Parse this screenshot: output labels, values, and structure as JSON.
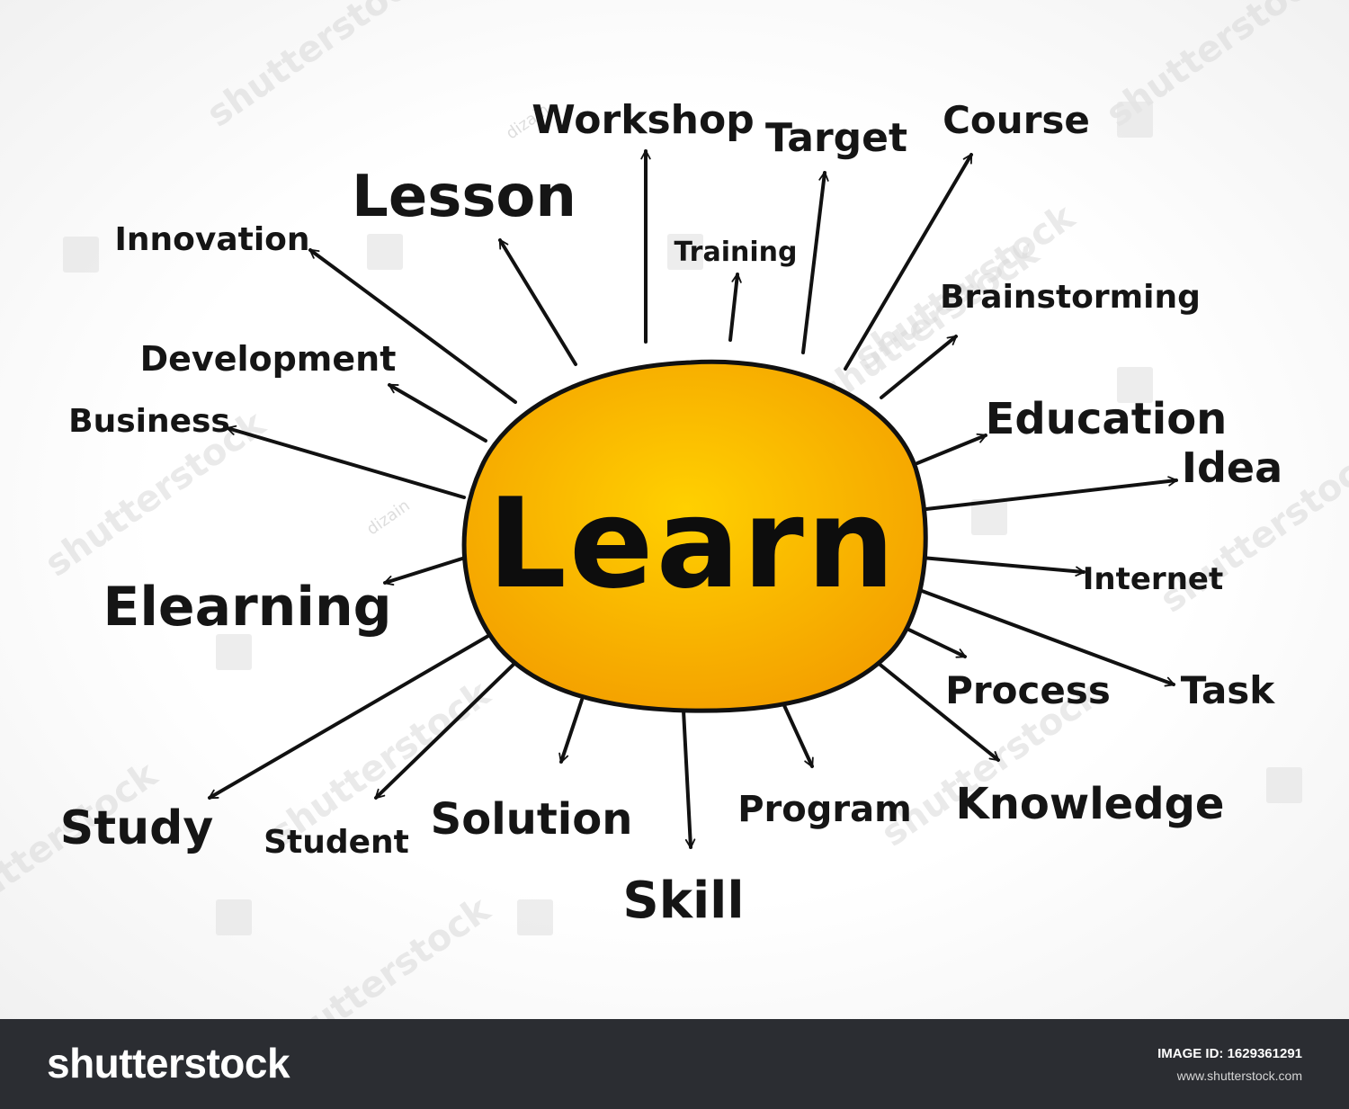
{
  "hub": {
    "label": "Learn",
    "fill_inner": "#ffd000",
    "fill_outer": "#f4a100",
    "stroke": "#111111"
  },
  "terms": [
    {
      "id": "workshop",
      "label": "Workshop"
    },
    {
      "id": "target",
      "label": "Target"
    },
    {
      "id": "course",
      "label": "Course"
    },
    {
      "id": "lesson",
      "label": "Lesson"
    },
    {
      "id": "innovation",
      "label": "Innovation"
    },
    {
      "id": "training",
      "label": "Training"
    },
    {
      "id": "brainstorming",
      "label": "Brainstorming"
    },
    {
      "id": "development",
      "label": "Development"
    },
    {
      "id": "business",
      "label": "Business"
    },
    {
      "id": "education",
      "label": "Education"
    },
    {
      "id": "idea",
      "label": "Idea"
    },
    {
      "id": "internet",
      "label": "Internet"
    },
    {
      "id": "elearning",
      "label": "Elearning"
    },
    {
      "id": "process",
      "label": "Process"
    },
    {
      "id": "task",
      "label": "Task"
    },
    {
      "id": "study",
      "label": "Study"
    },
    {
      "id": "student",
      "label": "Student"
    },
    {
      "id": "solution",
      "label": "Solution"
    },
    {
      "id": "skill",
      "label": "Skill"
    },
    {
      "id": "program",
      "label": "Program"
    },
    {
      "id": "knowledge",
      "label": "Knowledge"
    }
  ],
  "watermark": {
    "brand": "shutterstock",
    "author": "dizain"
  },
  "footer": {
    "logo": "shutterstock",
    "image_id": "IMAGE ID: 1629361291",
    "url": "www.shutterstock.com"
  }
}
